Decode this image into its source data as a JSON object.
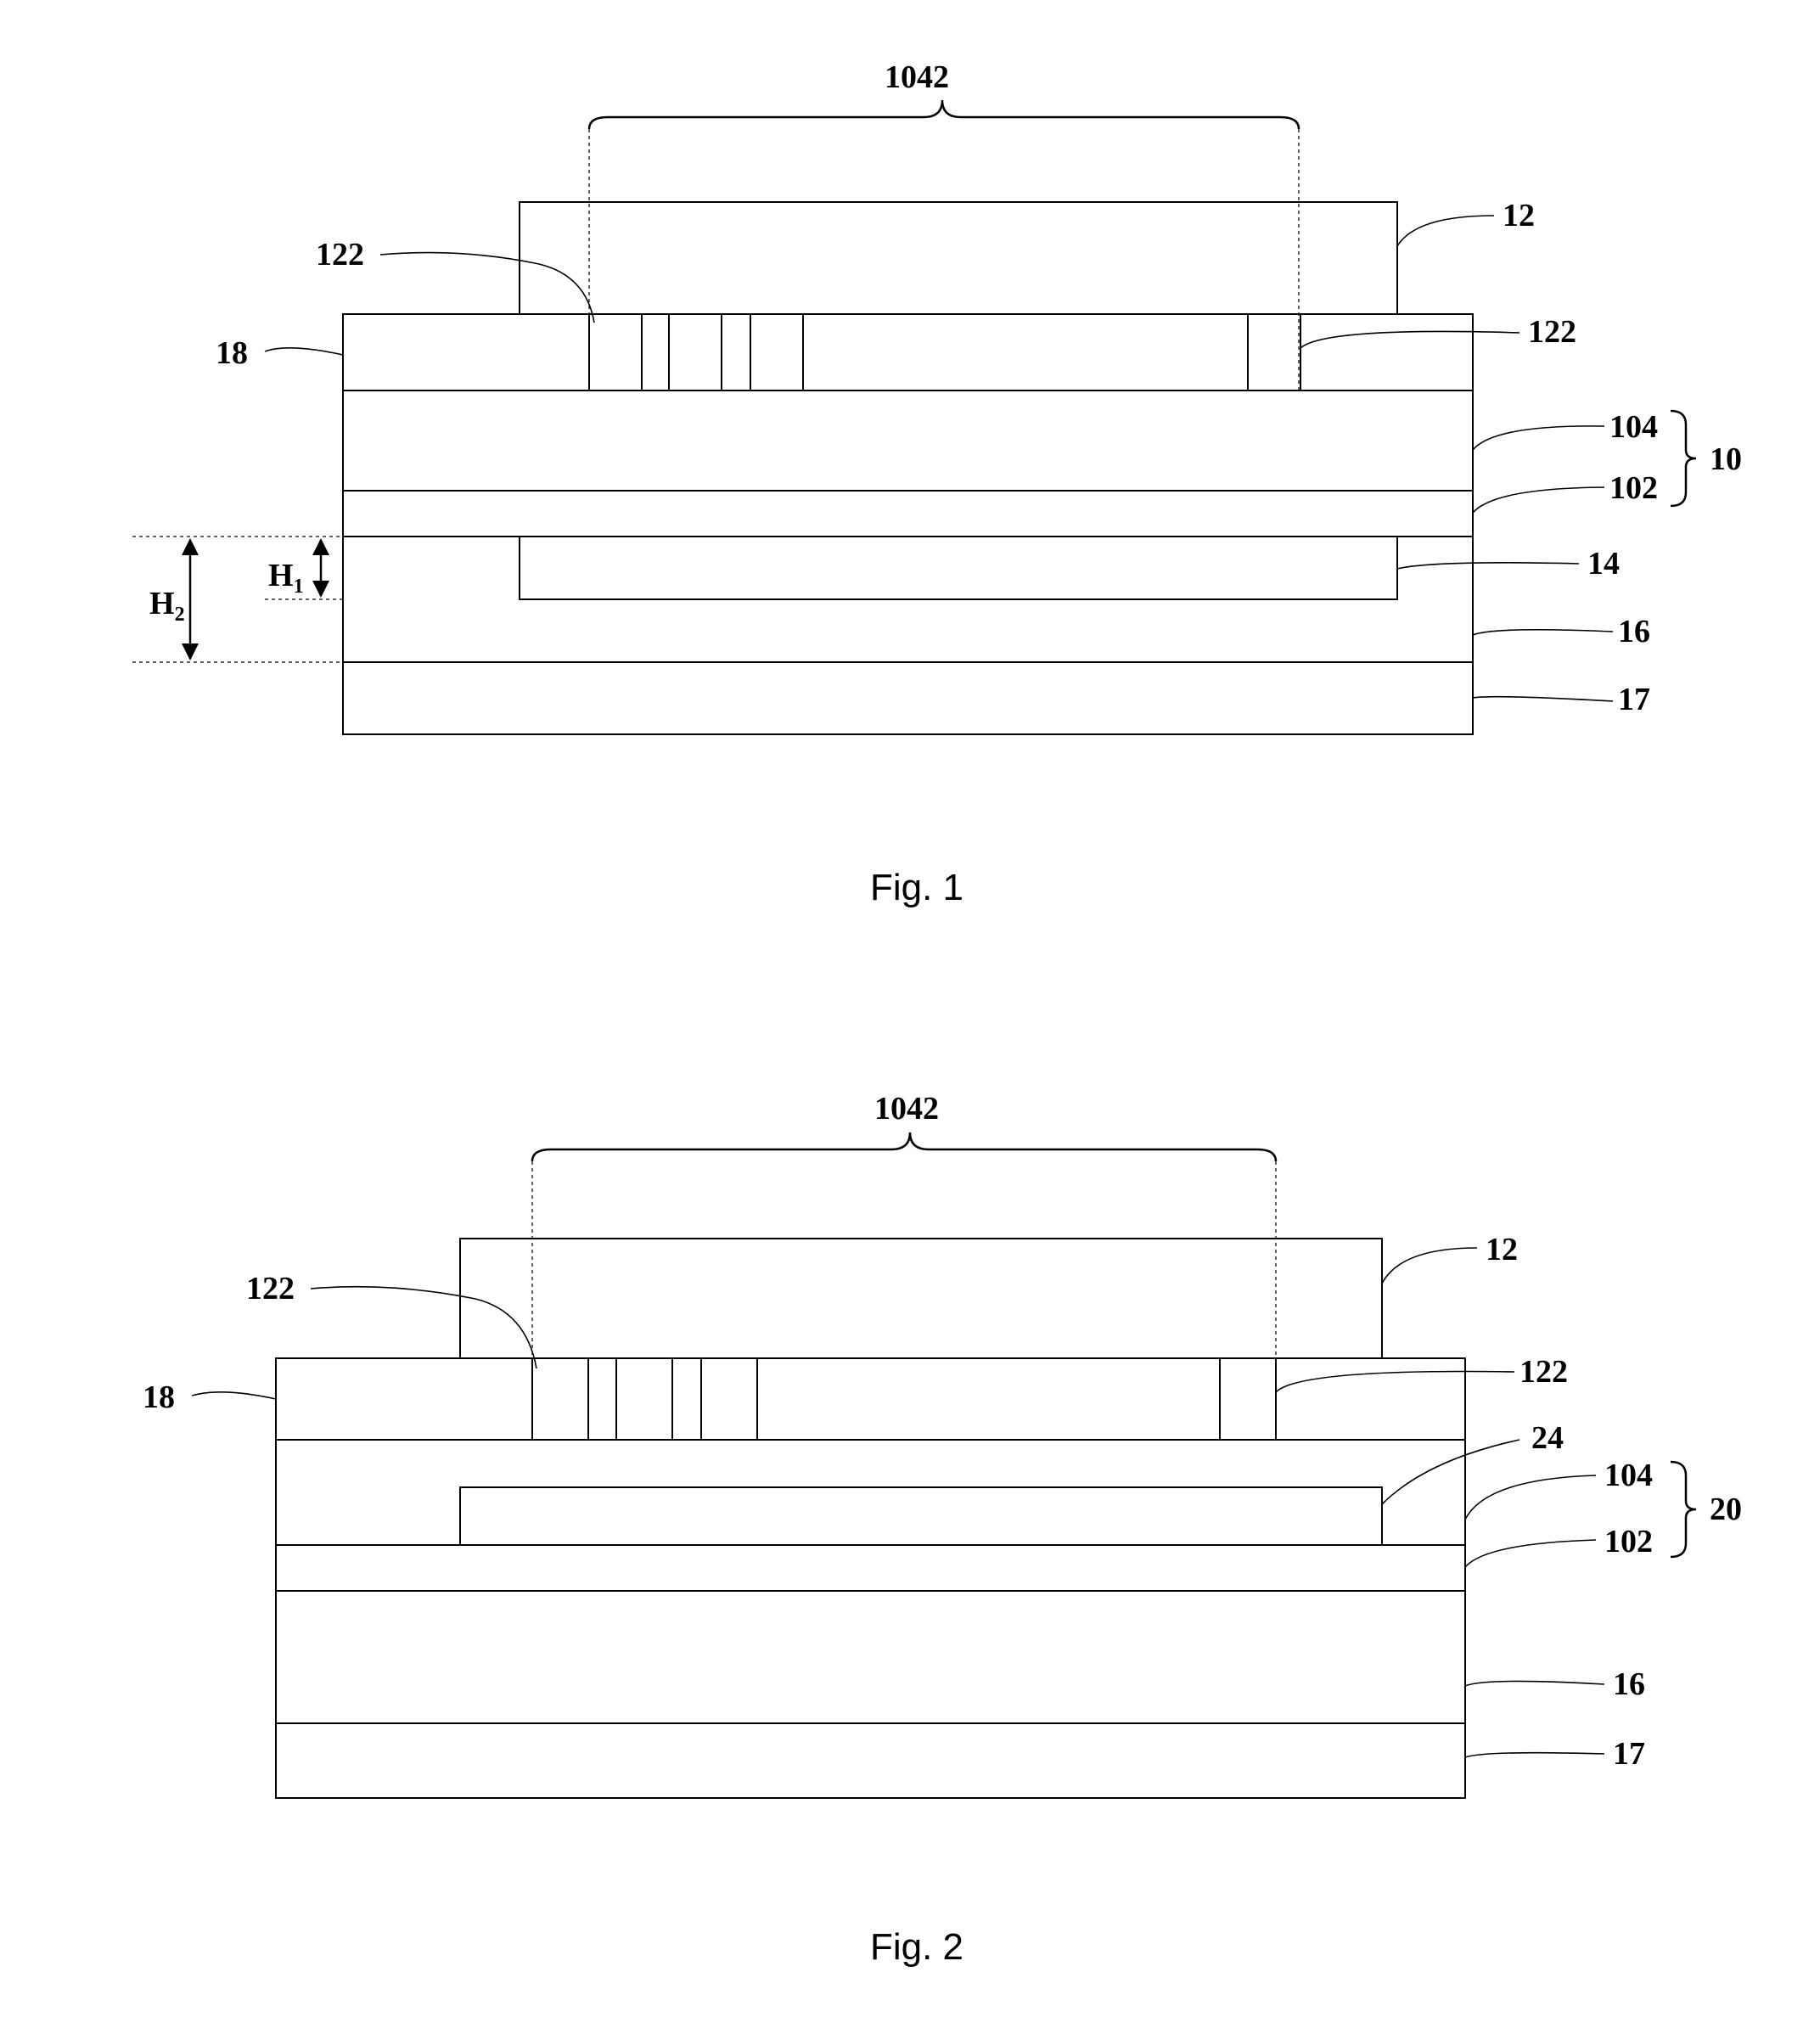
{
  "figures": [
    {
      "caption": "Fig. 1",
      "labels": {
        "region": "1042",
        "cover": "12",
        "pad_left": "122",
        "pad_right": "122",
        "side": "18",
        "upper": "104",
        "lower": "102",
        "group": "10",
        "insert": "14",
        "base": "16",
        "bottom": "17",
        "h1": "H",
        "h1_sub": "1",
        "h2": "H",
        "h2_sub": "2"
      }
    },
    {
      "caption": "Fig. 2",
      "labels": {
        "region": "1042",
        "cover": "12",
        "pad_left": "122",
        "pad_right": "122",
        "side": "18",
        "insert": "24",
        "upper": "104",
        "lower": "102",
        "group": "20",
        "base": "16",
        "bottom": "17"
      }
    }
  ]
}
